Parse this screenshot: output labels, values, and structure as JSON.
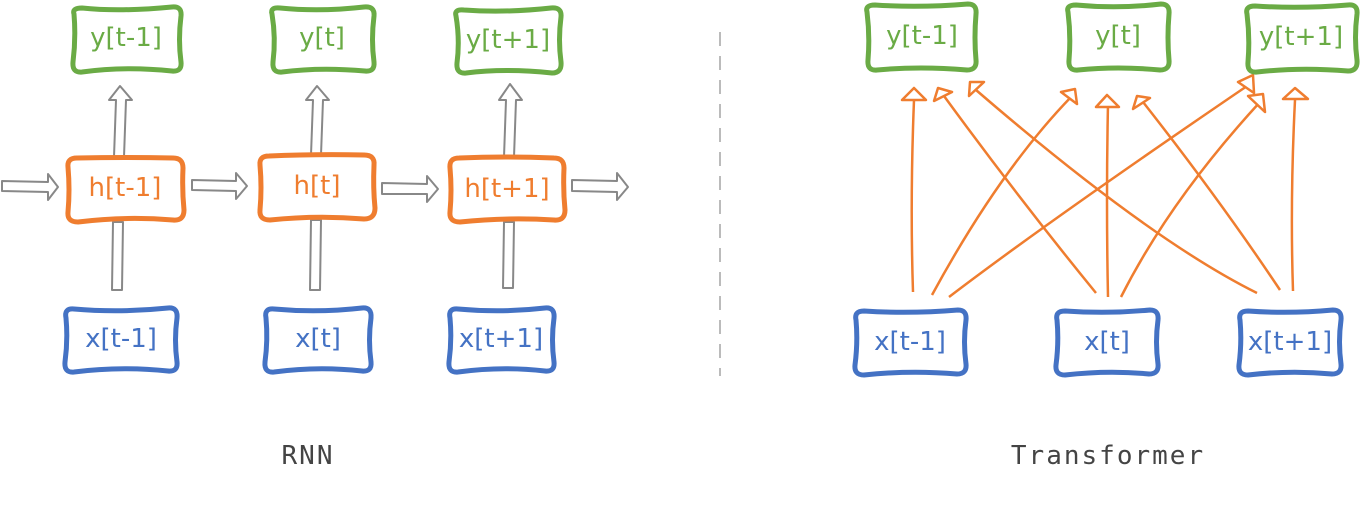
{
  "rnn": {
    "caption": "RNN",
    "outputs": [
      "y[t-1]",
      "y[t]",
      "y[t+1]"
    ],
    "hidden": [
      "h[t-1]",
      "h[t]",
      "h[t+1]"
    ],
    "inputs": [
      "x[t-1]",
      "x[t]",
      "x[t+1]"
    ]
  },
  "transformer": {
    "caption": "Transformer",
    "outputs": [
      "y[t-1]",
      "y[t]",
      "y[t+1]"
    ],
    "inputs": [
      "x[t-1]",
      "x[t]",
      "x[t+1]"
    ]
  },
  "colors": {
    "output": "#6aab45",
    "hidden": "#ef7d2f",
    "input": "#4472c4",
    "arrow": "#888888"
  }
}
